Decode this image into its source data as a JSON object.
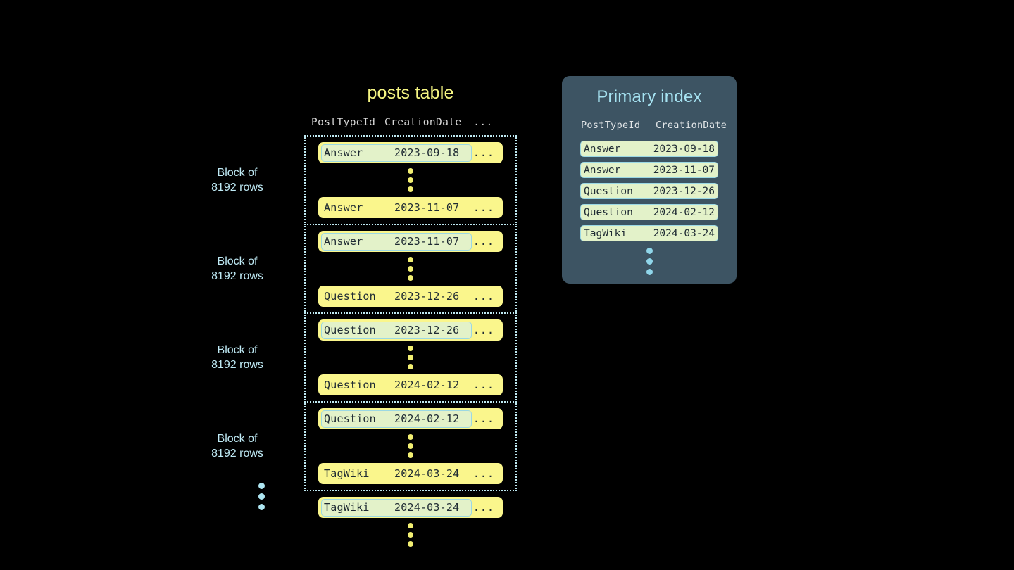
{
  "background_color": "#000000",
  "posts_table": {
    "title": "posts table",
    "title_color": "#F5F582",
    "columns": [
      "PostTypeId",
      "CreationDate",
      "..."
    ],
    "row_ellipsis": "...",
    "blocks": [
      {
        "label": "Block of\n8192 rows",
        "first_row": {
          "post_type_id": "Answer",
          "creation_date": "2023-09-18",
          "highlighted": true
        },
        "last_row": {
          "post_type_id": "Answer",
          "creation_date": "2023-11-07",
          "highlighted": false
        }
      },
      {
        "label": "Block of\n8192 rows",
        "first_row": {
          "post_type_id": "Answer",
          "creation_date": "2023-11-07",
          "highlighted": true
        },
        "last_row": {
          "post_type_id": "Question",
          "creation_date": "2023-12-26",
          "highlighted": false
        }
      },
      {
        "label": "Block of\n8192 rows",
        "first_row": {
          "post_type_id": "Question",
          "creation_date": "2023-12-26",
          "highlighted": true
        },
        "last_row": {
          "post_type_id": "Question",
          "creation_date": "2024-02-12",
          "highlighted": false
        }
      },
      {
        "label": "Block of\n8192 rows",
        "first_row": {
          "post_type_id": "Question",
          "creation_date": "2024-02-12",
          "highlighted": true
        },
        "last_row": {
          "post_type_id": "TagWiki",
          "creation_date": "2024-03-24",
          "highlighted": false
        }
      }
    ],
    "trailing_row": {
      "post_type_id": "TagWiki",
      "creation_date": "2024-03-24",
      "highlighted": true
    },
    "row_fill_color": "#FAF68C",
    "highlight_fill_color": "#E3F2C9",
    "highlight_border_color": "#9BD8E4",
    "block_border_color": "#BFE9F2",
    "dot_color": "#F2EF72"
  },
  "primary_index": {
    "title": "Primary index",
    "title_color": "#A6E3F2",
    "panel_color": "#3D5463",
    "columns": [
      "PostTypeId",
      "CreationDate"
    ],
    "entries": [
      {
        "post_type_id": "Answer",
        "creation_date": "2023-09-18"
      },
      {
        "post_type_id": "Answer",
        "creation_date": "2023-11-07"
      },
      {
        "post_type_id": "Question",
        "creation_date": "2023-12-26"
      },
      {
        "post_type_id": "Question",
        "creation_date": "2024-02-12"
      },
      {
        "post_type_id": "TagWiki",
        "creation_date": "2024-03-24"
      }
    ],
    "entry_fill_color": "#E3F2C9",
    "entry_border_color": "#9BD8E4",
    "dot_color": "#8FD6EA"
  }
}
